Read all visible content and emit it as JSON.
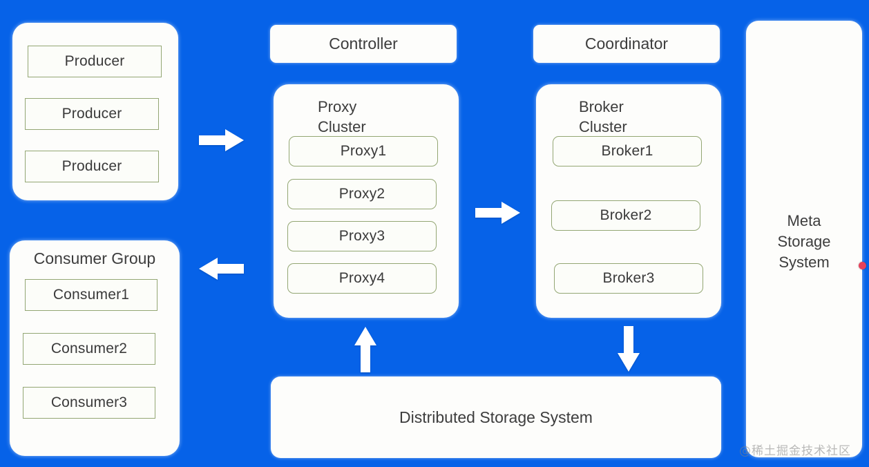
{
  "diagram": {
    "background_color": "#0662e8",
    "card_color": "#fdfdfb",
    "item_border_color": "#93a673",
    "text_color": "#3d3d3d",
    "marker_color": "#e8415a"
  },
  "producer_group": {
    "items": [
      {
        "label": "Producer"
      },
      {
        "label": "Producer"
      },
      {
        "label": "Producer"
      }
    ]
  },
  "consumer_group": {
    "title": "Consumer Group",
    "items": [
      {
        "label": "Consumer1"
      },
      {
        "label": "Consumer2"
      },
      {
        "label": "Consumer3"
      }
    ]
  },
  "controller": {
    "label": "Controller"
  },
  "coordinator": {
    "label": "Coordinator"
  },
  "proxy_cluster": {
    "title": "Proxy\nCluster",
    "items": [
      {
        "label": "Proxy1"
      },
      {
        "label": "Proxy2"
      },
      {
        "label": "Proxy3"
      },
      {
        "label": "Proxy4"
      }
    ]
  },
  "broker_cluster": {
    "title": "Broker\nCluster",
    "items": [
      {
        "label": "Broker1"
      },
      {
        "label": "Broker2"
      },
      {
        "label": "Broker3"
      }
    ]
  },
  "meta_storage": {
    "label": "Meta\nStorage\nSystem"
  },
  "distributed_storage": {
    "label": "Distributed Storage System"
  },
  "arrows": [
    {
      "name": "producer-to-proxy",
      "direction": "right"
    },
    {
      "name": "proxy-to-consumer",
      "direction": "left"
    },
    {
      "name": "proxy-to-broker",
      "direction": "right"
    },
    {
      "name": "storage-to-proxy",
      "direction": "up"
    },
    {
      "name": "broker-to-storage",
      "direction": "down"
    }
  ],
  "watermark": {
    "text": "@稀土掘金技术社区"
  }
}
